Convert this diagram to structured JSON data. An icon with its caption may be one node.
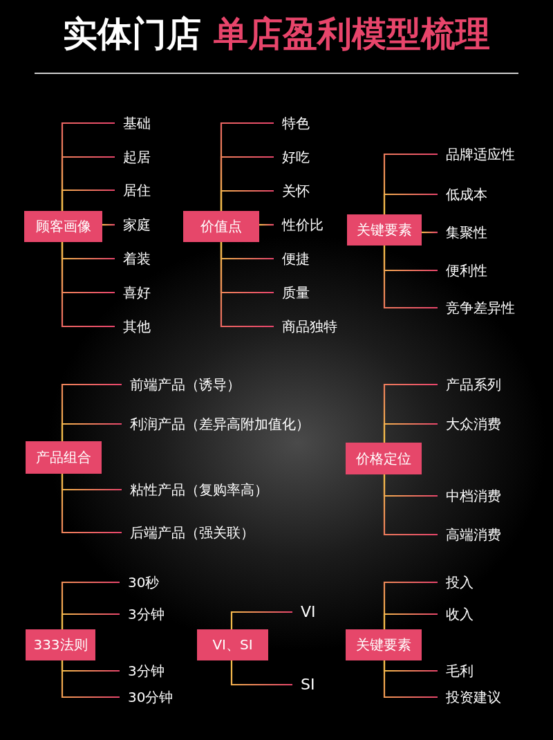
{
  "diagram": {
    "title": "实体门店",
    "labels": [
      "单店盈利模型梳理"
    ],
    "nodes": [
      {
        "text": [
          "顾客画像"
        ]
      },
      {
        "text": [
          "基础"
        ]
      },
      {
        "text": [
          "起居"
        ]
      },
      {
        "text": [
          "居住"
        ]
      },
      {
        "text": [
          "家庭"
        ]
      },
      {
        "text": [
          "着装"
        ]
      },
      {
        "text": [
          "喜好"
        ]
      },
      {
        "text": [
          "其他"
        ]
      },
      {
        "text": [
          "价值点"
        ]
      },
      {
        "text": [
          "特色"
        ]
      },
      {
        "text": [
          "好吃"
        ]
      },
      {
        "text": [
          "关怀"
        ]
      },
      {
        "text": [
          "性价比"
        ]
      },
      {
        "text": [
          "便捷"
        ]
      },
      {
        "text": [
          "质量"
        ]
      },
      {
        "text": [
          "商品独特"
        ]
      },
      {
        "text": [
          "关键要素"
        ]
      },
      {
        "text": [
          "品牌适应性"
        ]
      },
      {
        "text": [
          "低成本"
        ]
      },
      {
        "text": [
          "集聚性"
        ]
      },
      {
        "text": [
          "便利性"
        ]
      },
      {
        "text": [
          "竞争差异性"
        ]
      },
      {
        "text": [
          "产品组合"
        ]
      },
      {
        "text": [
          "前端产品（诱导）"
        ]
      },
      {
        "text": [
          "利润产品（差异高附加值化）"
        ]
      },
      {
        "text": [
          "粘性产品（复购率高）"
        ]
      },
      {
        "text": [
          "后端产品（强关联）"
        ]
      },
      {
        "text": [
          "价格定位"
        ]
      },
      {
        "text": [
          "产品系列"
        ]
      },
      {
        "text": [
          "大众消费"
        ]
      },
      {
        "text": [
          "中档消费"
        ]
      },
      {
        "text": [
          "高端消费"
        ]
      },
      {
        "text": [
          "333法则"
        ]
      },
      {
        "text": [
          "30秒"
        ]
      },
      {
        "text": [
          "3分钟"
        ]
      },
      {
        "text": [
          "3分钟"
        ]
      },
      {
        "text": [
          "30分钟"
        ]
      },
      {
        "text": [
          "VI、SI"
        ]
      },
      {
        "text": [
          "VI"
        ]
      },
      {
        "text": [
          "SI"
        ]
      },
      {
        "text": [
          "关键要素"
        ]
      },
      {
        "text": [
          "投入"
        ]
      },
      {
        "text": [
          "收入"
        ]
      },
      {
        "text": [
          "毛利"
        ]
      },
      {
        "text": [
          "投资建议"
        ]
      }
    ],
    "edges": [
      {
        "from": 0,
        "to": 1,
        "arrow": "none"
      },
      {
        "from": 0,
        "to": 2,
        "arrow": "none"
      },
      {
        "from": 0,
        "to": 3,
        "arrow": "none"
      },
      {
        "from": 0,
        "to": 4,
        "arrow": "none"
      },
      {
        "from": 0,
        "to": 5,
        "arrow": "none"
      },
      {
        "from": 0,
        "to": 6,
        "arrow": "none"
      },
      {
        "from": 0,
        "to": 7,
        "arrow": "none"
      },
      {
        "from": 8,
        "to": 9,
        "arrow": "none"
      },
      {
        "from": 8,
        "to": 10,
        "arrow": "none"
      },
      {
        "from": 8,
        "to": 11,
        "arrow": "none"
      },
      {
        "from": 8,
        "to": 12,
        "arrow": "none"
      },
      {
        "from": 8,
        "to": 13,
        "arrow": "none"
      },
      {
        "from": 8,
        "to": 14,
        "arrow": "none"
      },
      {
        "from": 8,
        "to": 15,
        "arrow": "none"
      },
      {
        "from": 16,
        "to": 17,
        "arrow": "none"
      },
      {
        "from": 16,
        "to": 18,
        "arrow": "none"
      },
      {
        "from": 16,
        "to": 19,
        "arrow": "none"
      },
      {
        "from": 16,
        "to": 20,
        "arrow": "none"
      },
      {
        "from": 16,
        "to": 21,
        "arrow": "none"
      },
      {
        "from": 22,
        "to": 23,
        "arrow": "none"
      },
      {
        "from": 22,
        "to": 24,
        "arrow": "none"
      },
      {
        "from": 22,
        "to": 25,
        "arrow": "none"
      },
      {
        "from": 22,
        "to": 26,
        "arrow": "none"
      },
      {
        "from": 27,
        "to": 28,
        "arrow": "none"
      },
      {
        "from": 27,
        "to": 29,
        "arrow": "none"
      },
      {
        "from": 27,
        "to": 30,
        "arrow": "none"
      },
      {
        "from": 27,
        "to": 31,
        "arrow": "none"
      },
      {
        "from": 32,
        "to": 33,
        "arrow": "none"
      },
      {
        "from": 32,
        "to": 34,
        "arrow": "none"
      },
      {
        "from": 32,
        "to": 35,
        "arrow": "none"
      },
      {
        "from": 32,
        "to": 36,
        "arrow": "none"
      },
      {
        "from": 37,
        "to": 38,
        "arrow": "none"
      },
      {
        "from": 37,
        "to": 39,
        "arrow": "none"
      },
      {
        "from": 40,
        "to": 41,
        "arrow": "none"
      },
      {
        "from": 40,
        "to": 42,
        "arrow": "none"
      },
      {
        "from": 40,
        "to": 43,
        "arrow": "none"
      },
      {
        "from": 40,
        "to": 44,
        "arrow": "none"
      }
    ]
  }
}
